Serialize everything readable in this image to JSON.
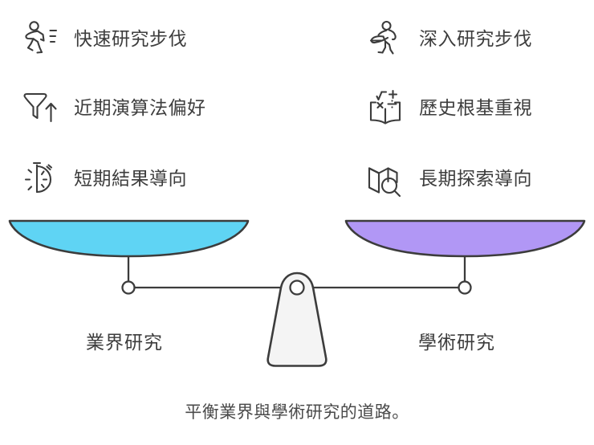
{
  "theme": {
    "background": "#ffffff",
    "stroke": "#3c3c3c",
    "text": "#3d3d3d",
    "caption_text": "#4a4a4a",
    "left_pan_fill": "#5fd4f4",
    "right_pan_fill": "#b197f5",
    "fulcrum_fill": "#f4f4f4"
  },
  "features": {
    "left": [
      {
        "icon": "running-person-speedlines-icon",
        "label": "快速研究步伐"
      },
      {
        "icon": "funnel-up-arrow-icon",
        "label": "近期演算法偏好"
      },
      {
        "icon": "half-stopwatch-motion-icon",
        "label": "短期結果導向"
      }
    ],
    "right": [
      {
        "icon": "running-person-trail-icon",
        "label": "深入研究步伐"
      },
      {
        "icon": "open-book-math-symbols-icon",
        "label": "歷史根基重視"
      },
      {
        "icon": "folded-map-magnifier-icon",
        "label": "長期探索導向"
      }
    ]
  },
  "scale": {
    "left_pan_label": "業界研究",
    "right_pan_label": "學術研究",
    "left_pan_color": "#5fd4f4",
    "right_pan_color": "#b197f5"
  },
  "caption": "平衡業界與學術研究的道路。"
}
